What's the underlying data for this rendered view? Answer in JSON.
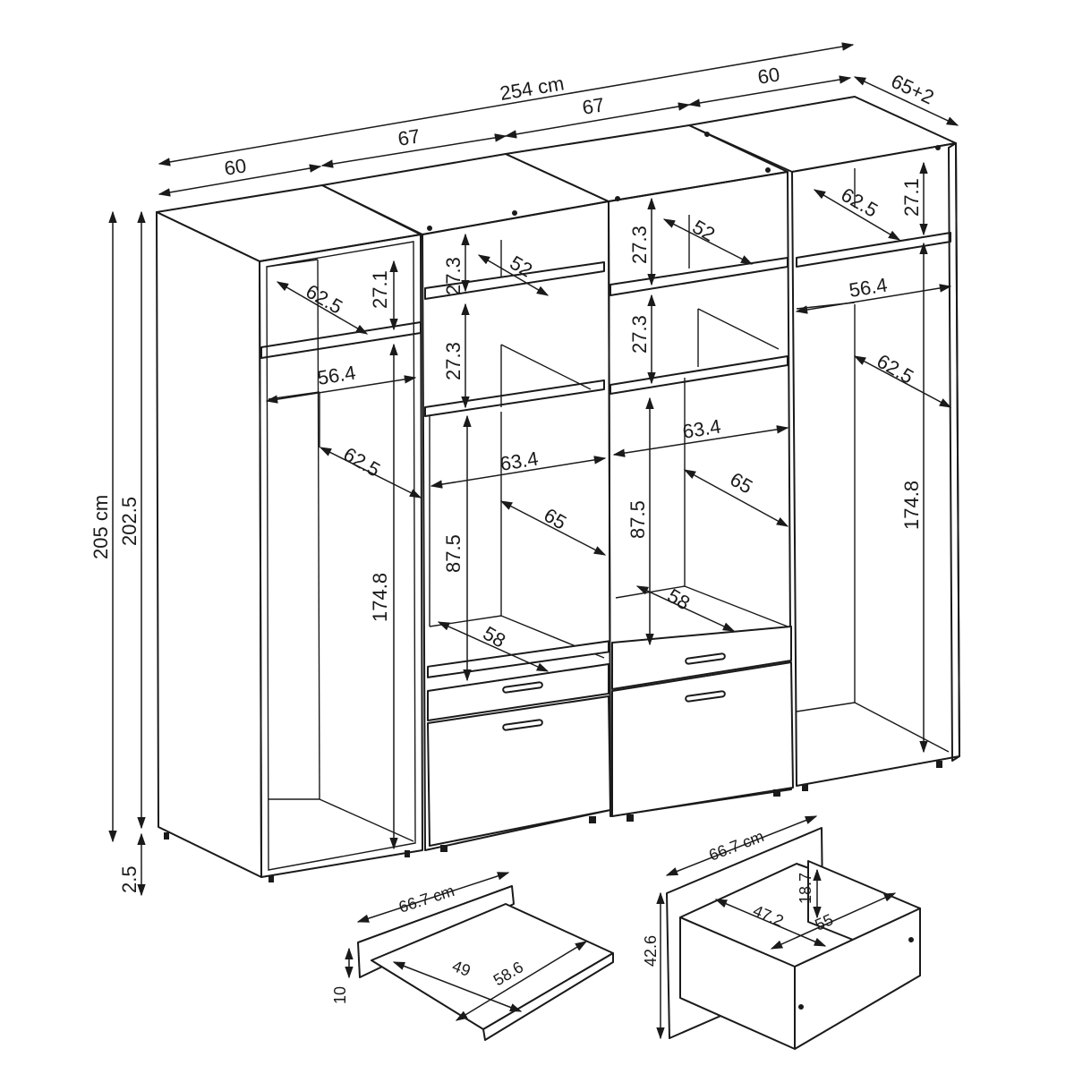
{
  "diagram": {
    "dimensions": {
      "total_width": "254 cm",
      "width_60_left": "60",
      "width_67_a": "67",
      "width_67_b": "67",
      "width_60_right": "60",
      "depth": "65+2",
      "total_height": "205 cm",
      "body_height": "202.5",
      "foot_height": "2.5",
      "shelf_depth_625": "62.5",
      "shelf_height_271": "27.1",
      "inner_width_564": "56.4",
      "inner_height_1748": "174.8",
      "compartment_height_273": "27.3",
      "compartment_depth_52": "52",
      "inner_width_634": "63.4",
      "inner_height_875": "87.5",
      "inner_depth_65": "65",
      "bottom_depth_58": "58",
      "front_width_667": "66.7 cm",
      "tray_depth_49": "49",
      "tray_width_586": "58.6",
      "tray_height_10": "10",
      "drawer_front_height_426": "42.6",
      "drawer_inner_height_187": "18.7",
      "drawer_depth_472": "47.2",
      "drawer_width_55": "55"
    }
  }
}
